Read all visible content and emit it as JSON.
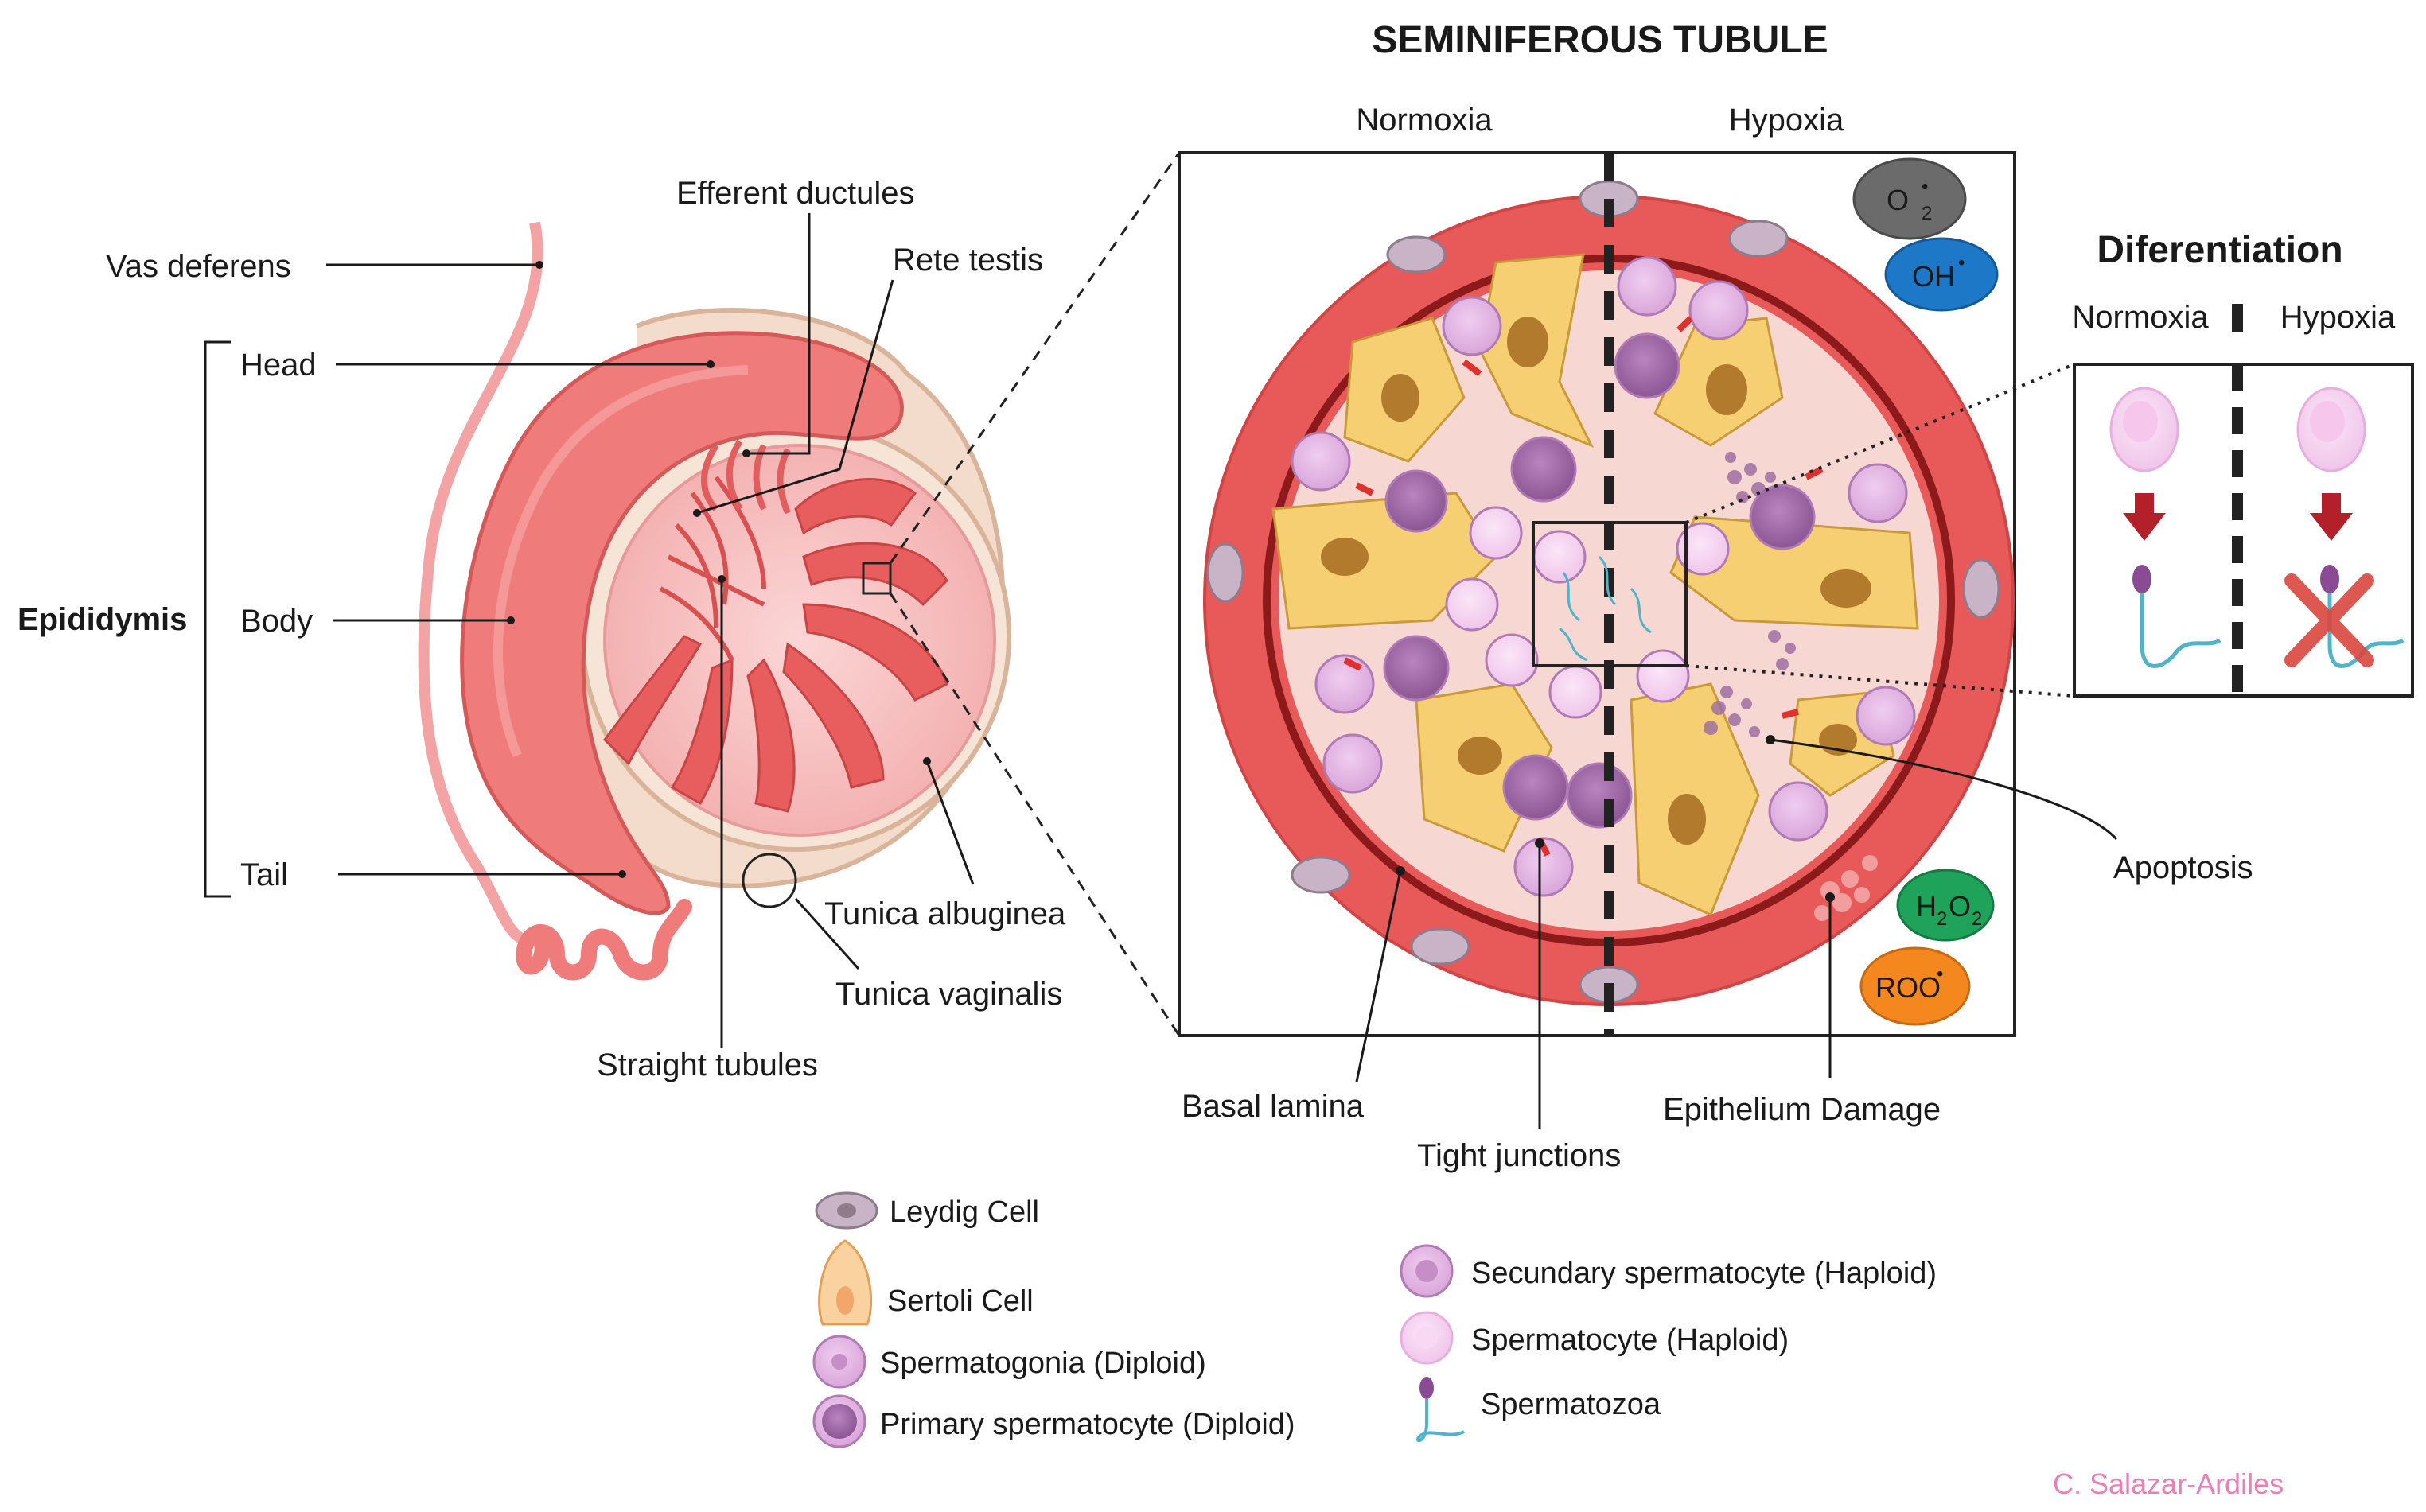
{
  "title": "SEMINIFEROUS TUBULE",
  "testis_labels": {
    "vas_deferens": "Vas deferens",
    "efferent_ductules": "Efferent ductules",
    "rete_testis": "Rete testis",
    "head": "Head",
    "epididymis": "Epididymis",
    "body": "Body",
    "tail": "Tail",
    "tunica_albuginea": "Tunica albuginea",
    "tunica_vaginalis": "Tunica vaginalis",
    "straight_tubules": "Straight tubules"
  },
  "tubule": {
    "normoxia": "Normoxia",
    "hypoxia": "Hypoxia",
    "ros": [
      {
        "main": "O",
        "sub": "2",
        "sup": "•",
        "color": "#6b6b6b"
      },
      {
        "main": "OH",
        "sub": "",
        "sup": "•",
        "color": "#1e78c8"
      },
      {
        "main": "H",
        "sub": "2",
        "tail": "O",
        "sub2": "2",
        "color": "#1fa25a"
      },
      {
        "main": "ROO",
        "sub": "",
        "sup": "•",
        "color": "#f5871f"
      }
    ],
    "basal_lamina": "Basal lamina",
    "tight_junctions": "Tight junctions",
    "epithelium_damage": "Epithelium Damage",
    "apoptosis": "Apoptosis"
  },
  "differentiation": {
    "title": "Diferentiation",
    "normoxia": "Normoxia",
    "hypoxia": "Hypoxia"
  },
  "legend": [
    {
      "key": "leydig",
      "label": "Leydig Cell",
      "icon": "leydig-cell-icon"
    },
    {
      "key": "sertoli",
      "label": "Sertoli Cell",
      "icon": "sertoli-cell-icon"
    },
    {
      "key": "spermatogonia",
      "label": "Spermatogonia (Diploid)",
      "icon": "spermatogonia-icon"
    },
    {
      "key": "primary",
      "label": "Primary spermatocyte (Diploid)",
      "icon": "primary-spermatocyte-icon"
    },
    {
      "key": "secondary",
      "label": "Secundary spermatocyte (Haploid)",
      "icon": "secondary-spermatocyte-icon"
    },
    {
      "key": "spermatocyte",
      "label": "Spermatocyte (Haploid)",
      "icon": "spermatocyte-icon"
    },
    {
      "key": "spermatozoa",
      "label": "Spermatozoa",
      "icon": "spermatozoa-icon"
    }
  ],
  "credit": "C. Salazar-Ardiles",
  "colors": {
    "epididymis": "#ef7b7b",
    "tubule_wall": "#e85a5a",
    "sertoli": "#f7cf73",
    "spermatogonia": "#e2b6e2",
    "primary_spermatocyte": "#a06aa8",
    "spermatocyte": "#f4d2ef",
    "leydig": "#c9b3c7",
    "arrow": "#b3202a"
  }
}
